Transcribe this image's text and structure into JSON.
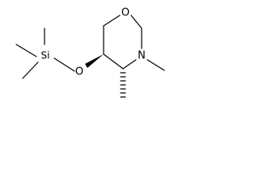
{
  "diagram": {
    "atoms": {
      "oxygen_ring": "O",
      "nitrogen_ring": "N",
      "silicon": "Si",
      "oxygen_silyl": "O"
    }
  }
}
